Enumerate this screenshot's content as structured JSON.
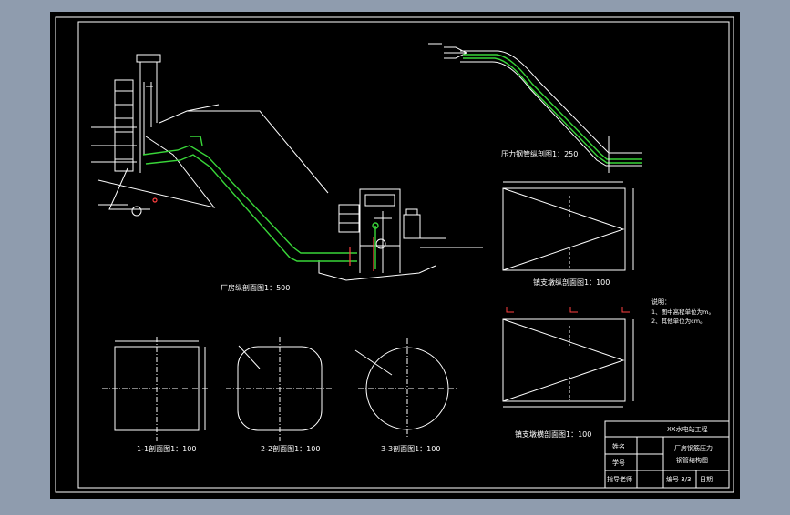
{
  "labels": {
    "powerhouse_section": "厂房纵剖面图1：500",
    "penstock_profile": "压力钢管纵剖图1：250",
    "town_section_1": "1-1剖面图1：100",
    "town_section_2": "2-2剖面图1：100",
    "town_section_3": "3-3剖面图1：100",
    "support_longitudinal": "镇支墩纵剖面图1：100",
    "support_transverse": "镇支墩横剖面图1：100"
  },
  "notes": {
    "heading": "说明：",
    "line1": "1、图中高程单位为m。",
    "line2": "2、其他单位为cm。"
  },
  "title_block": {
    "project": "XX水电站工程",
    "name_label": "姓名",
    "student_id_label": "学号",
    "advisor_label": "指导老师",
    "drawing_title_1": "厂房钢筋压力",
    "drawing_title_2": "钢管结构图",
    "number_label": "编号 3/3",
    "date_label": "日期"
  },
  "colors": {
    "background": "#8f9cae",
    "drawing": "#000000",
    "line": "#ffffff",
    "pipe": "#39d639",
    "accent": "#ff4040"
  }
}
